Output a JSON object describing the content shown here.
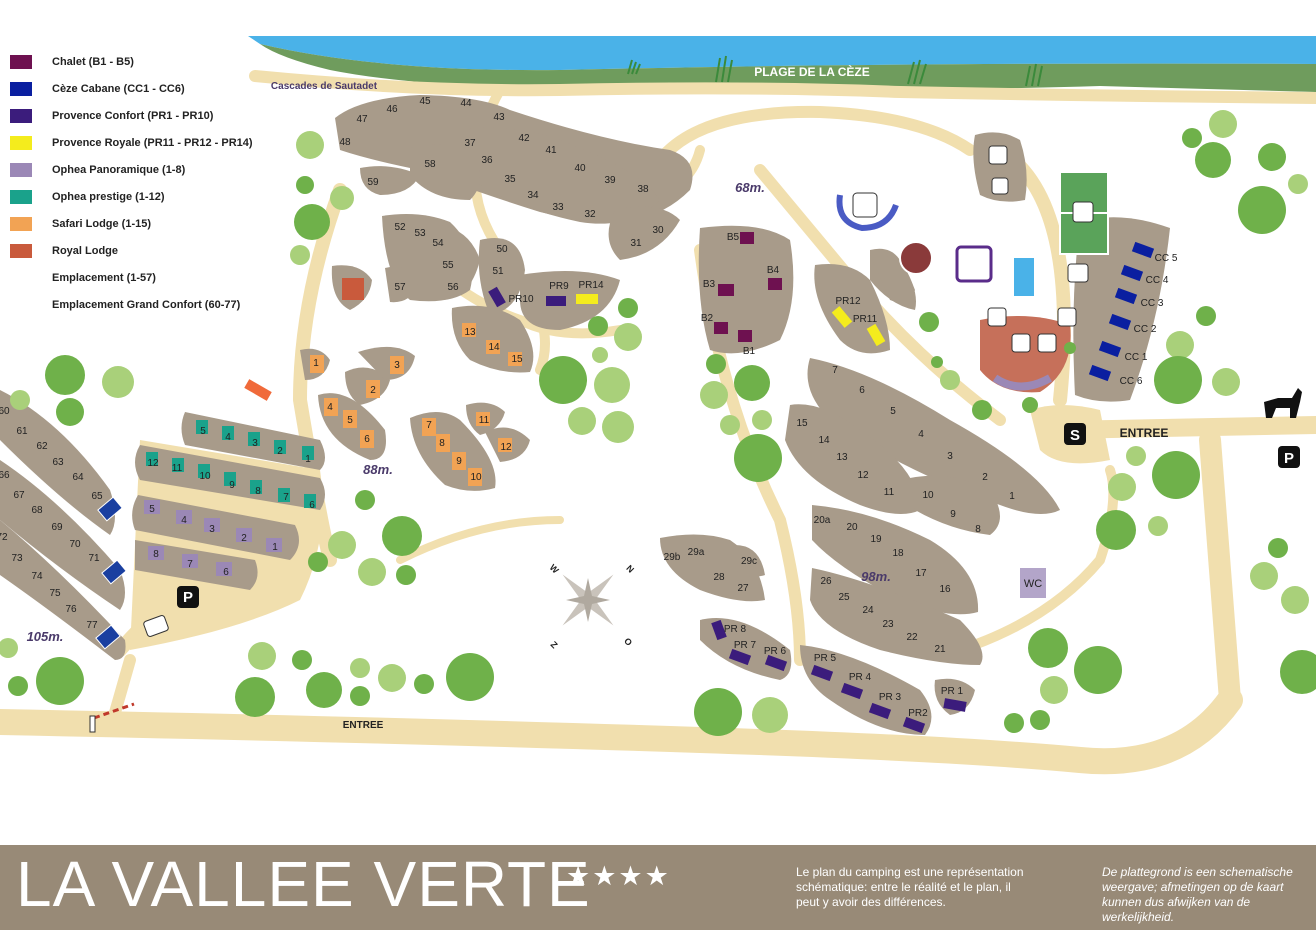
{
  "legend": [
    {
      "label": "Chalet (B1 - B5)",
      "color": "#6e1150"
    },
    {
      "label": "Cèze Cabane (CC1 - CC6)",
      "color": "#0a1fa0"
    },
    {
      "label": "Provence Confort (PR1 - PR10)",
      "color": "#3b1c7c"
    },
    {
      "label": "Provence Royale (PR11 - PR12 - PR14)",
      "color": "#f4ec1d"
    },
    {
      "label": "Ophea Panoramique (1-8)",
      "color": "#9b88b6"
    },
    {
      "label": "Ophea prestige (1-12)",
      "color": "#1aa28b"
    },
    {
      "label": "Safari Lodge (1-15)",
      "color": "#f2a354"
    },
    {
      "label": "Royal Lodge",
      "color": "#c95a3c"
    },
    {
      "label": "Emplacement (1-57)",
      "color": ""
    },
    {
      "label": "Emplacement Grand Confort (60-77)",
      "color": ""
    }
  ],
  "map": {
    "beach_label": "PLAGE DE LA CÈZE",
    "cascades_label": "Cascades de Sautadet",
    "entrance_labels": [
      "ENTREE",
      "ENTREE"
    ],
    "altitudes": [
      "68m.",
      "88m.",
      "98m.",
      "105m."
    ],
    "compass": [
      "W",
      "N",
      "Z",
      "O"
    ],
    "wc_label": "WC",
    "parking_label": "P",
    "s_label": "S",
    "pitches": [
      "1",
      "2",
      "3",
      "4",
      "5",
      "6",
      "7",
      "8",
      "9",
      "10",
      "11",
      "12",
      "13",
      "14",
      "15",
      "20",
      "20a",
      "21",
      "22",
      "23",
      "24",
      "25",
      "26",
      "27",
      "28",
      "29a",
      "29b",
      "29c",
      "30",
      "31",
      "32",
      "33",
      "34",
      "35",
      "36",
      "37",
      "38",
      "39",
      "40",
      "41",
      "42",
      "43",
      "44",
      "45",
      "46",
      "47",
      "48",
      "50",
      "51",
      "52",
      "53",
      "54",
      "55",
      "56",
      "57",
      "58",
      "59",
      "60",
      "61",
      "62",
      "63",
      "64",
      "65",
      "66",
      "67",
      "68",
      "69",
      "70",
      "71",
      "72",
      "73",
      "74",
      "75",
      "76",
      "77"
    ],
    "units": {
      "chalet": [
        "B1",
        "B2",
        "B3",
        "B4",
        "B5"
      ],
      "ceze": [
        "CC 1",
        "CC 2",
        "CC 3",
        "CC 4",
        "CC 5",
        "CC 6"
      ],
      "provence_confort": [
        "PR 1",
        "PR2",
        "PR 3",
        "PR 4",
        "PR 5",
        "PR 6",
        "PR 7",
        "PR 8",
        "PR9",
        "PR10"
      ],
      "provence_royale": [
        "PR11",
        "PR12",
        "PR14"
      ],
      "safari": [
        "1",
        "2",
        "3",
        "4",
        "5",
        "6",
        "7",
        "8",
        "9",
        "10",
        "11",
        "12",
        "13",
        "14",
        "15"
      ],
      "ophea_prestige": [
        "1",
        "2",
        "3",
        "4",
        "5",
        "6",
        "7",
        "8",
        "9",
        "10",
        "11",
        "12"
      ],
      "ophea_panoramique": [
        "1",
        "2",
        "3",
        "4",
        "5",
        "6",
        "7",
        "8"
      ],
      "pitches_mid": [
        "1",
        "2",
        "3",
        "4",
        "5",
        "6",
        "7",
        "8",
        "9",
        "10",
        "11",
        "12",
        "13",
        "14",
        "15",
        "16",
        "17",
        "18",
        "19"
      ]
    }
  },
  "footer": {
    "title": "LA VALLEE VERTE",
    "stars": "★★★★",
    "note_fr": "Le plan du camping est une représentation schématique: entre le réalité et le plan, il peut y avoir des différences.",
    "note_nl": "De plattegrond is een schematische weergave; afmetingen op de kaart kunnen dus afwijken van de werkelijkheid."
  },
  "colors": {
    "path": "#f1dfae",
    "pitch": "#a89b8a",
    "tree": "#6fb14a",
    "tree_light": "#a9d07a",
    "river": "#4ab2e8",
    "grass": "#6f9c5d",
    "footer": "#988a77"
  }
}
